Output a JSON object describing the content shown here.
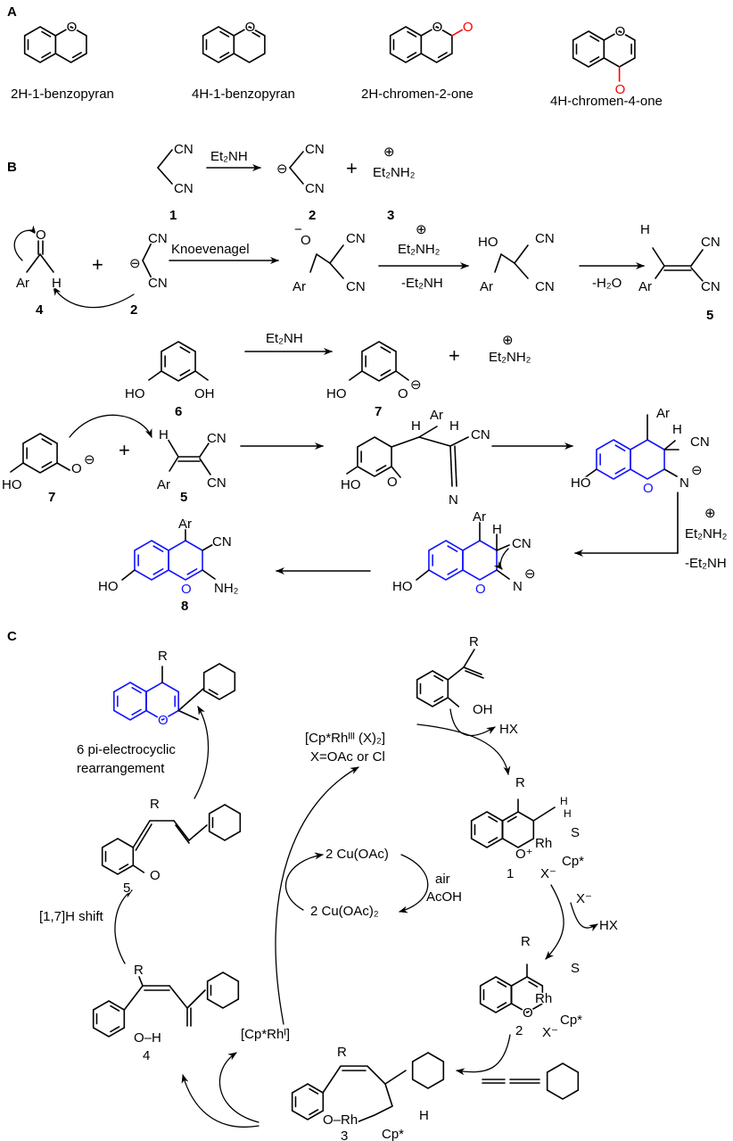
{
  "panel_labels": {
    "a": "A",
    "b": "B",
    "c": "C"
  },
  "colors": {
    "highlight": "#1414ff",
    "carbonyl": "#ff0000",
    "ink": "#000000"
  },
  "section_a": {
    "names": [
      "2H-1-benzopyran",
      "4H-1-benzopyran",
      "2H-chromen-2-one",
      "4H-chromen-4-one"
    ],
    "o": "O"
  },
  "section_b": {
    "et2nh": "Et₂NH",
    "et2nh2": "Et₂NH₂",
    "minus_et2nh": "-Et₂NH",
    "knoevenagel": "Knoevenagel",
    "minus_h2o": "-H₂O",
    "plus": "+",
    "cn": "CN",
    "ar": "Ar",
    "h": "H",
    "ho": "HO",
    "oh": "OH",
    "o": "O",
    "n": "N",
    "nh2": "NH₂",
    "neg": "⊖",
    "pos": "⊕",
    "minus": "−",
    "numbers": {
      "n1": "1",
      "n2": "2",
      "n3": "3",
      "n4": "4",
      "n5": "5",
      "n6": "6",
      "n7": "7",
      "n8": "8"
    }
  },
  "section_c": {
    "r": "R",
    "oh": "OH",
    "hx": "HX",
    "catalyst": "[Cp*Rhᴵᴵᴵ (X)₂]",
    "x_def": "X=OAc or Cl",
    "rearrangement_1": "6 pi-electrocyclic",
    "rearrangement_2": "rearrangement",
    "shift": "[1,7]H shift",
    "cu1": "2 Cu(OAc)",
    "cu2": "2 Cu(OAc)₂",
    "air": "air",
    "acoh": "AcOH",
    "rh1": "[Cp*Rhᴵ]",
    "x_minus": "X⁻",
    "rh": "Rh",
    "s": "S",
    "cp": "Cp*",
    "o": "O",
    "o_plus": "O⁺",
    "h": "H",
    "o_h": "O–H",
    "o_rh": "O–Rh",
    "numbers": {
      "n1": "1",
      "n2": "2",
      "n3": "3",
      "n4": "4",
      "n5": "5"
    }
  }
}
